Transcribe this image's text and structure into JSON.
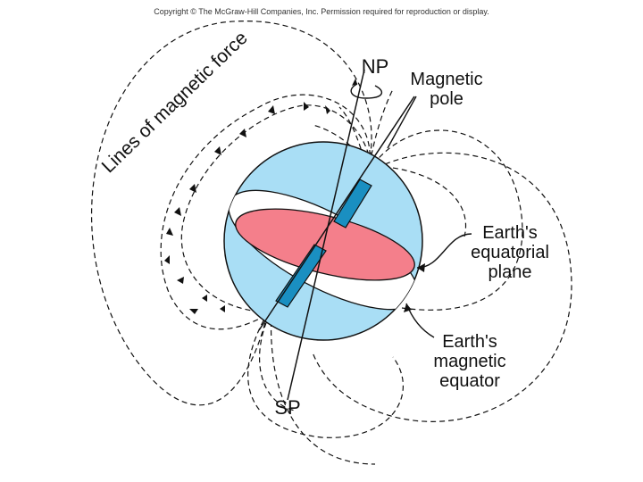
{
  "copyright": "Copyright © The McGraw-Hill Companies, Inc. Permission required for reproduction or display.",
  "labels": {
    "lines_of_force": "Lines of magnetic force",
    "north_pole": "NP",
    "south_pole": "SP",
    "magnetic_pole": [
      "Magnetic",
      "pole"
    ],
    "equatorial_plane": [
      "Earth's",
      "equatorial",
      "plane"
    ],
    "magnetic_equator": [
      "Earth's",
      "magnetic",
      "equator"
    ]
  },
  "colors": {
    "earth": "#a9def5",
    "equatorial_plane": "#f47f8b",
    "magnet_bar": "#1a8fc1",
    "line": "#111111"
  },
  "icons": {
    "rotation": "rotation-arrow-icon",
    "field_arrows": "arrowhead-icon"
  }
}
